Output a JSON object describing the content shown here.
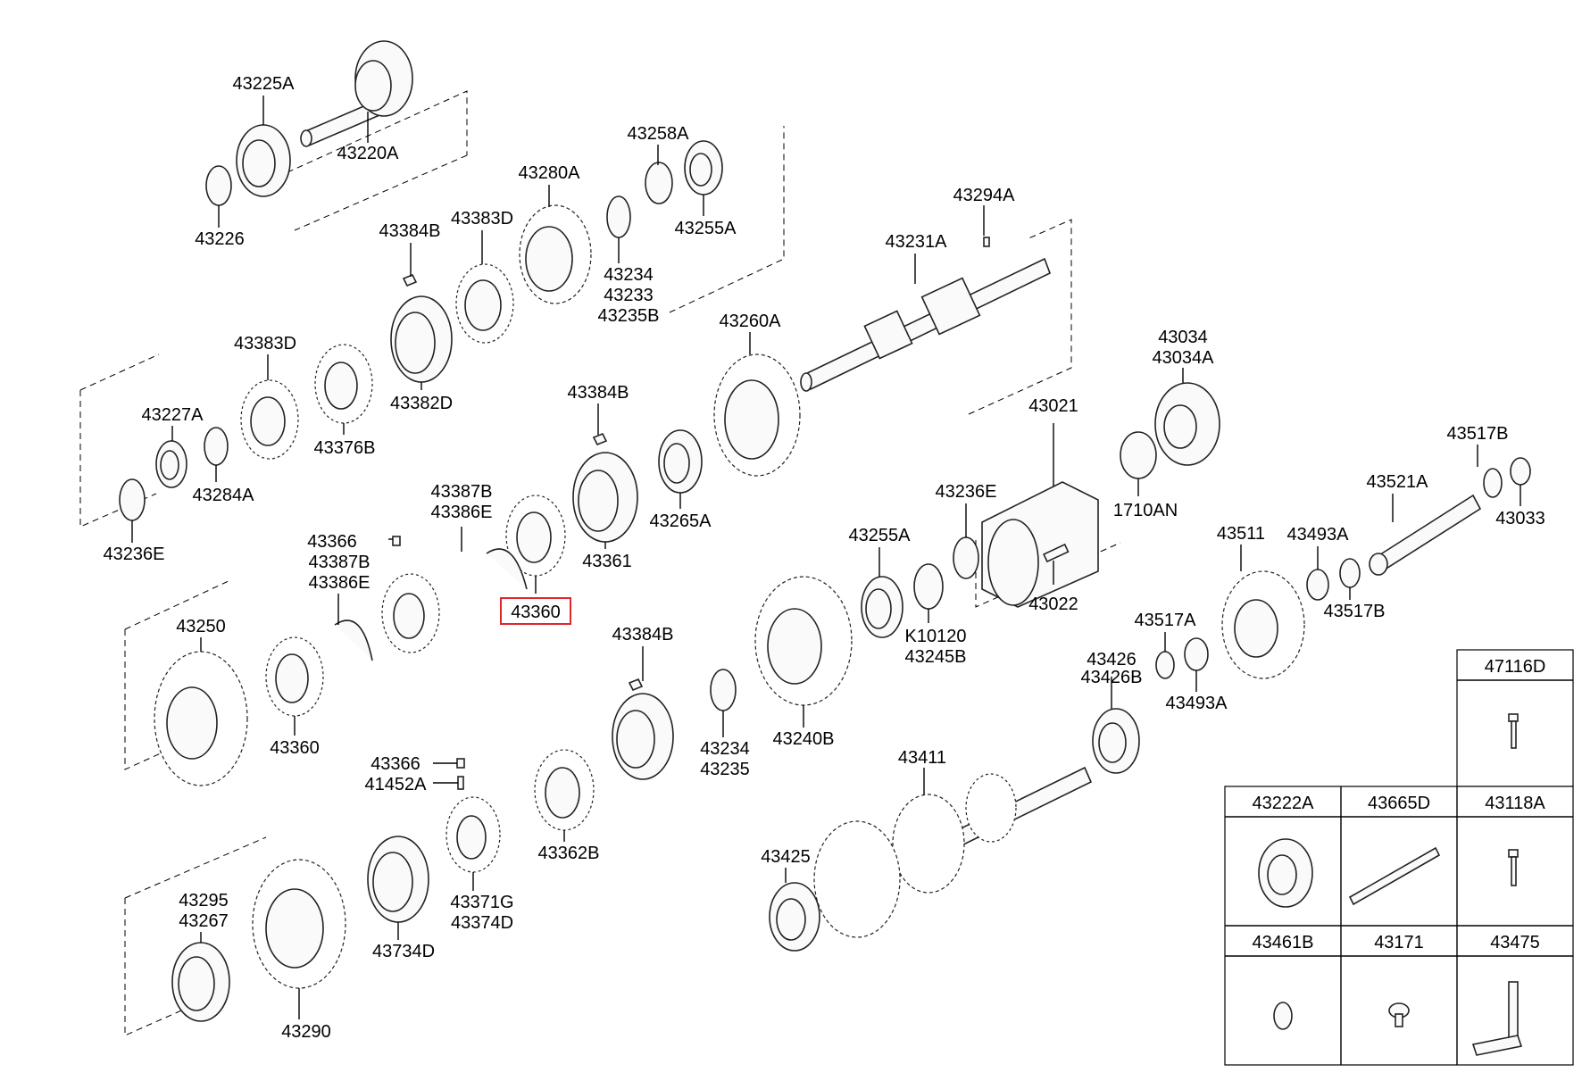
{
  "callouts": {
    "c43225A": "43225A",
    "c43220A": "43220A",
    "c43226": "43226",
    "c43258A": "43258A",
    "c43255A_top": "43255A",
    "c43280A": "43280A",
    "c43383D_top": "43383D",
    "c43384B_top": "43384B",
    "c43234_top": "43234",
    "c43233": "43233",
    "c43235B": "43235B",
    "c43294A": "43294A",
    "c43231A": "43231A",
    "c43260A": "43260A",
    "c43383D_mid": "43383D",
    "c43382D": "43382D",
    "c43376B": "43376B",
    "c43227A": "43227A",
    "c43284A": "43284A",
    "c43236E_left": "43236E",
    "c43384B_mid": "43384B",
    "c43265A": "43265A",
    "c43361": "43361",
    "c43387B_a": "43387B",
    "c43386E_a": "43386E",
    "c43366_a": "43366",
    "c43387B_b": "43387B",
    "c43386E_b": "43386E",
    "c43360_sel": "43360",
    "c43034": "43034",
    "c43034A": "43034A",
    "c43021": "43021",
    "c1710AN": "1710AN",
    "c43236E_right": "43236E",
    "c43022": "43022",
    "c43255A_mid": "43255A",
    "cK10120": "K10120",
    "c43245B": "43245B",
    "c43517B_a": "43517B",
    "c43521A": "43521A",
    "c43033": "43033",
    "c43511": "43511",
    "c43493A_a": "43493A",
    "c43517B_b": "43517B",
    "c43517A": "43517A",
    "c43493A_b": "43493A",
    "c43250": "43250",
    "c43360_low": "43360",
    "c43384B_low": "43384B",
    "c43234_low": "43234",
    "c43235": "43235",
    "c43240B": "43240B",
    "c43426": "43426",
    "c43426B": "43426B",
    "c43411": "43411",
    "c43366_b": "43366",
    "c41452A": "41452A",
    "c43362B": "43362B",
    "c43371G": "43371G",
    "c43374D": "43374D",
    "c43425": "43425",
    "c43295": "43295",
    "c43267": "43267",
    "c43734D": "43734D",
    "c43290": "43290"
  },
  "legend": {
    "cells": [
      "47116D",
      "43222A",
      "43665D",
      "43118A",
      "43461B",
      "43171",
      "43475"
    ]
  },
  "highlight": {
    "part": "43360",
    "color": "#e0262a"
  }
}
